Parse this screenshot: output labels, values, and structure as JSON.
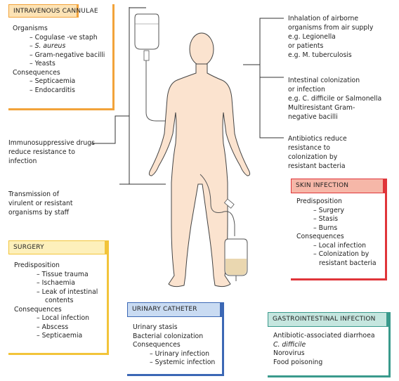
{
  "colors": {
    "orange": "#f2a33a",
    "orange_fill": "#fde3b5",
    "yellow": "#f2c43a",
    "yellow_fill": "#fdf0bb",
    "red": "#e0353a",
    "red_fill": "#f6b7a8",
    "blue": "#3c68b5",
    "blue_fill": "#c9dbf2",
    "teal": "#3a9a8c",
    "teal_fill": "#c5e6df",
    "skin": "#fbe3cf",
    "bag_fluid": "#ead7b0"
  },
  "intravenous": {
    "title": "INTRAVENOUS CANNULAE",
    "lines": [
      "Organisms",
      "– Cogulase -ve staph",
      "– S. aureus",
      "– Gram-negative bacilli",
      "– Yeasts",
      "Consequences",
      "– Septicaemia",
      "– Endocarditis"
    ]
  },
  "surgery": {
    "title": "SURGERY",
    "lines": [
      "Predisposition",
      "– Tissue trauma",
      "– Ischaemia",
      "– Leak of intestinal",
      "contents",
      "Consequences",
      "– Local infection",
      "– Abscess",
      "– Septicaemia"
    ]
  },
  "skin": {
    "title": "SKIN INFECTION",
    "lines": [
      "Predisposition",
      "– Surgery",
      "– Stasis",
      "– Burns",
      "Consequences",
      "– Local infection",
      "– Colonization by",
      "resistant bacteria"
    ]
  },
  "urinary": {
    "title": "URINARY CATHETER",
    "lines": [
      "Urinary stasis",
      "Bacterial colonization",
      "Consequences",
      "– Urinary infection",
      "– Systemic infection"
    ]
  },
  "gi": {
    "title": "GASTROINTESTINAL INFECTION",
    "lines": [
      "Antibiotic-associated diarrhoea",
      "C. difficile",
      "Norovirus",
      "Food poisoning"
    ]
  },
  "notes": {
    "immuno": [
      "Immunosuppressive drugs",
      "reduce resistance to",
      "infection"
    ],
    "transmission": [
      "Transmission of",
      "virulent or resistant",
      "organisms by staff"
    ],
    "airborne": [
      "Inhalation of airborne",
      "organisms from air supply",
      "e.g. Legionella",
      "or patients",
      "e.g. M. tuberculosis"
    ],
    "intestinal": [
      "Intestinal colonization",
      "or infection",
      "e.g. C. difficile or Salmonella",
      "Multiresistant Gram-",
      "negative bacilli"
    ],
    "antibiotics": [
      "Antibiotics reduce",
      "resistance to",
      "colonization by",
      "resistant bacteria"
    ]
  }
}
